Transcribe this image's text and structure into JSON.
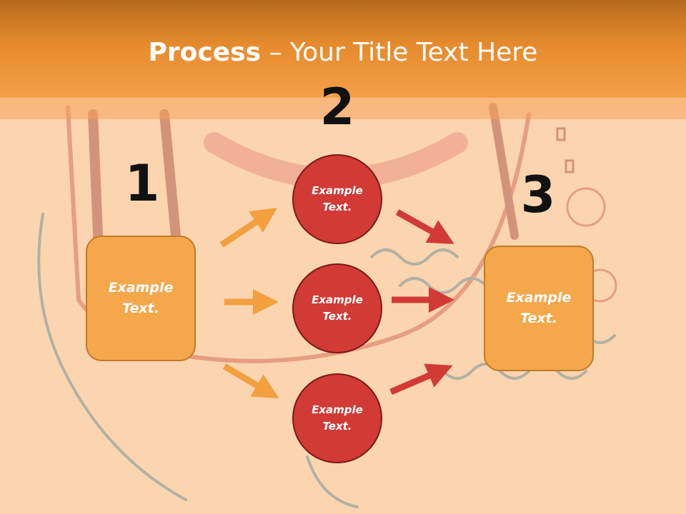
{
  "title": {
    "bold": "Process",
    "rest": " – Your Title Text Here"
  },
  "steps": {
    "one": {
      "number": "1",
      "text": "Example Text."
    },
    "two": {
      "number": "2",
      "items": [
        "Example Text.",
        "Example Text.",
        "Example Text."
      ]
    },
    "three": {
      "number": "3",
      "text": "Example Text."
    }
  },
  "colors": {
    "header": "#e68a2c",
    "background": "#fbd5b0",
    "box_fill": "#f5a74c",
    "circle_fill": "#d23a35",
    "arrow_orange": "#f2a040",
    "arrow_red": "#d23a35"
  }
}
